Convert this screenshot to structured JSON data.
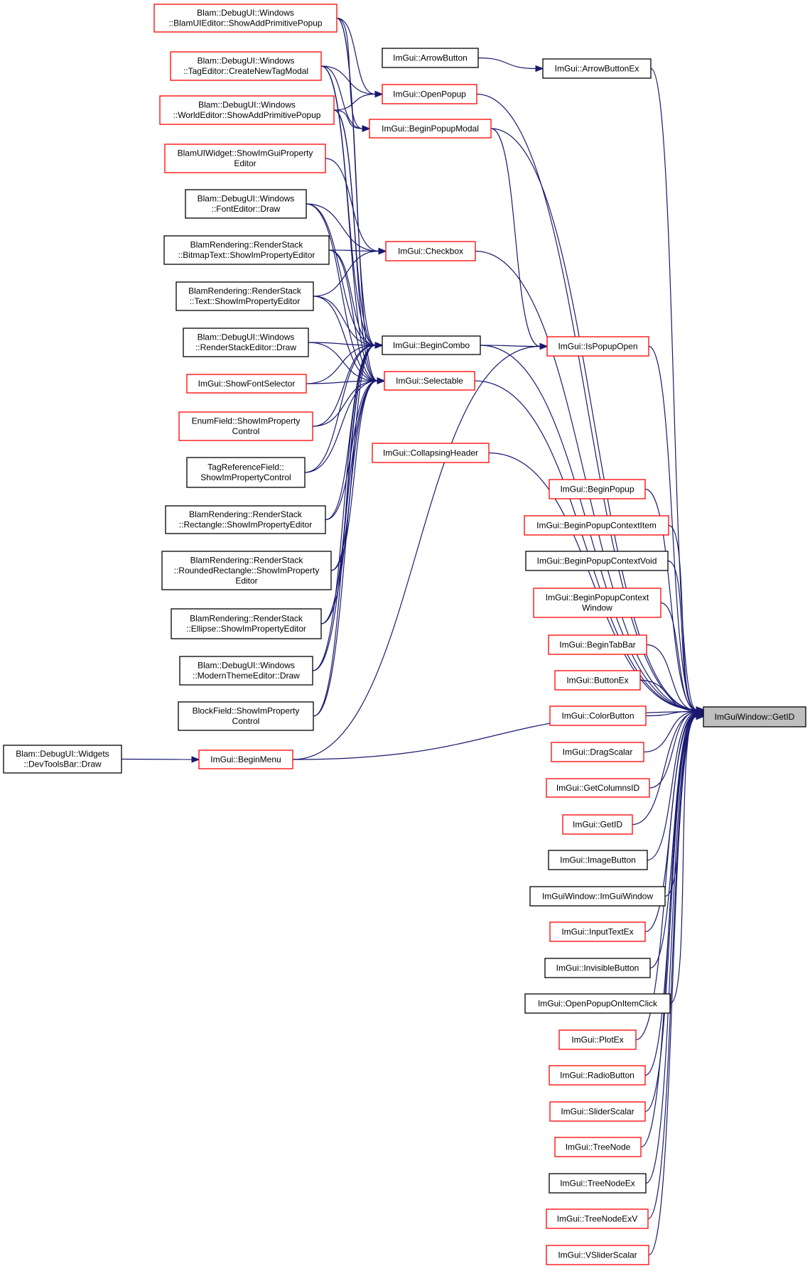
{
  "graph": {
    "colors": {
      "edge": "#191970",
      "border_red": "#ff0000",
      "border_black": "#000000",
      "root_fill": "#bfbfbf",
      "background": "#ffffff"
    },
    "nodes": [
      {
        "id": "sap_blamui",
        "lines": [
          "Blam::DebugUI::Windows",
          "::BlamUIEditor::ShowAddPrimitivePopup"
        ],
        "border": "red"
      },
      {
        "id": "createtag",
        "lines": [
          "Blam::DebugUI::Windows",
          "::TagEditor::CreateNewTagModal"
        ],
        "border": "red"
      },
      {
        "id": "sap_world",
        "lines": [
          "Blam::DebugUI::Windows",
          "::WorldEditor::ShowAddPrimitivePopup"
        ],
        "border": "red"
      },
      {
        "id": "blamuiwidget",
        "lines": [
          "BlamUIWidget::ShowImGuiProperty",
          "Editor"
        ],
        "border": "red"
      },
      {
        "id": "fonteditor",
        "lines": [
          "Blam::DebugUI::Windows",
          "::FontEditor::Draw"
        ],
        "border": "black"
      },
      {
        "id": "bitmaptext",
        "lines": [
          "BlamRendering::RenderStack",
          "::BitmapText::ShowImPropertyEditor"
        ],
        "border": "black"
      },
      {
        "id": "rstext",
        "lines": [
          "BlamRendering::RenderStack",
          "::Text::ShowImPropertyEditor"
        ],
        "border": "black"
      },
      {
        "id": "rseditor",
        "lines": [
          "Blam::DebugUI::Windows",
          "::RenderStackEditor::Draw"
        ],
        "border": "black"
      },
      {
        "id": "showfontsel",
        "lines": [
          "ImGui::ShowFontSelector"
        ],
        "border": "red"
      },
      {
        "id": "enumfield",
        "lines": [
          "EnumField::ShowImProperty",
          "Control"
        ],
        "border": "red"
      },
      {
        "id": "tagref",
        "lines": [
          "TagReferenceField::",
          "ShowImPropertyControl"
        ],
        "border": "black"
      },
      {
        "id": "rsrect",
        "lines": [
          "BlamRendering::RenderStack",
          "::Rectangle::ShowImPropertyEditor"
        ],
        "border": "black"
      },
      {
        "id": "rsround",
        "lines": [
          "BlamRendering::RenderStack",
          "::RoundedRectangle::ShowImProperty",
          "Editor"
        ],
        "border": "black"
      },
      {
        "id": "rsellipse",
        "lines": [
          "BlamRendering::RenderStack",
          "::Ellipse::ShowImPropertyEditor"
        ],
        "border": "black"
      },
      {
        "id": "moderntheme",
        "lines": [
          "Blam::DebugUI::Windows",
          "::ModernThemeEditor::Draw"
        ],
        "border": "black"
      },
      {
        "id": "blockfield",
        "lines": [
          "BlockField::ShowImProperty",
          "Control"
        ],
        "border": "black"
      },
      {
        "id": "devtools",
        "lines": [
          "Blam::DebugUI::Widgets",
          "::DevToolsBar::Draw"
        ],
        "border": "black"
      },
      {
        "id": "beginmenu",
        "lines": [
          "ImGui::BeginMenu"
        ],
        "border": "red"
      },
      {
        "id": "arrowbutton",
        "lines": [
          "ImGui::ArrowButton"
        ],
        "border": "black"
      },
      {
        "id": "openpopup",
        "lines": [
          "ImGui::OpenPopup"
        ],
        "border": "red"
      },
      {
        "id": "beginpopupmodal",
        "lines": [
          "ImGui::BeginPopupModal"
        ],
        "border": "red"
      },
      {
        "id": "checkbox",
        "lines": [
          "ImGui::Checkbox"
        ],
        "border": "red"
      },
      {
        "id": "begincombo",
        "lines": [
          "ImGui::BeginCombo"
        ],
        "border": "black"
      },
      {
        "id": "selectable",
        "lines": [
          "ImGui::Selectable"
        ],
        "border": "red"
      },
      {
        "id": "collapsing",
        "lines": [
          "ImGui::CollapsingHeader"
        ],
        "border": "red"
      },
      {
        "id": "arrowbuttonex",
        "lines": [
          "ImGui::ArrowButtonEx"
        ],
        "border": "black"
      },
      {
        "id": "ispopupopen",
        "lines": [
          "ImGui::IsPopupOpen"
        ],
        "border": "red"
      },
      {
        "id": "beginpopup",
        "lines": [
          "ImGui::BeginPopup"
        ],
        "border": "red"
      },
      {
        "id": "bpcitem",
        "lines": [
          "ImGui::BeginPopupContextItem"
        ],
        "border": "red"
      },
      {
        "id": "bpcvoid",
        "lines": [
          "ImGui::BeginPopupContextVoid"
        ],
        "border": "black"
      },
      {
        "id": "bpcwindow",
        "lines": [
          "ImGui::BeginPopupContext",
          "Window"
        ],
        "border": "red"
      },
      {
        "id": "begintabbar",
        "lines": [
          "ImGui::BeginTabBar"
        ],
        "border": "red"
      },
      {
        "id": "buttonex",
        "lines": [
          "ImGui::ButtonEx"
        ],
        "border": "red"
      },
      {
        "id": "colorbutton",
        "lines": [
          "ImGui::ColorButton"
        ],
        "border": "red"
      },
      {
        "id": "dragscalar",
        "lines": [
          "ImGui::DragScalar"
        ],
        "border": "red"
      },
      {
        "id": "getcolumnsid",
        "lines": [
          "ImGui::GetColumnsID"
        ],
        "border": "red"
      },
      {
        "id": "imgui_getid",
        "lines": [
          "ImGui::GetID"
        ],
        "border": "red"
      },
      {
        "id": "imagebutton",
        "lines": [
          "ImGui::ImageButton"
        ],
        "border": "black"
      },
      {
        "id": "imguiwindowctor",
        "lines": [
          "ImGuiWindow::ImGuiWindow"
        ],
        "border": "black"
      },
      {
        "id": "inputtextex",
        "lines": [
          "ImGui::InputTextEx"
        ],
        "border": "red"
      },
      {
        "id": "invisiblebutton",
        "lines": [
          "ImGui::InvisibleButton"
        ],
        "border": "black"
      },
      {
        "id": "openpopuponitem",
        "lines": [
          "ImGui::OpenPopupOnItemClick"
        ],
        "border": "black"
      },
      {
        "id": "plotex",
        "lines": [
          "ImGui::PlotEx"
        ],
        "border": "red"
      },
      {
        "id": "radiobutton",
        "lines": [
          "ImGui::RadioButton"
        ],
        "border": "red"
      },
      {
        "id": "sliderscalar",
        "lines": [
          "ImGui::SliderScalar"
        ],
        "border": "red"
      },
      {
        "id": "treenode",
        "lines": [
          "ImGui::TreeNode"
        ],
        "border": "red"
      },
      {
        "id": "treenodeex",
        "lines": [
          "ImGui::TreeNodeEx"
        ],
        "border": "black"
      },
      {
        "id": "treenodeexv",
        "lines": [
          "ImGui::TreeNodeExV"
        ],
        "border": "red"
      },
      {
        "id": "vsliderscalar",
        "lines": [
          "ImGui::VSliderScalar"
        ],
        "border": "red"
      },
      {
        "id": "root",
        "lines": [
          "ImGuiWindow::GetID"
        ],
        "border": "black",
        "root": true
      }
    ],
    "edges": [
      [
        "sap_blamui",
        "openpopup"
      ],
      [
        "sap_blamui",
        "beginpopupmodal"
      ],
      [
        "sap_blamui",
        "begincombo"
      ],
      [
        "sap_blamui",
        "selectable"
      ],
      [
        "createtag",
        "openpopup"
      ],
      [
        "createtag",
        "beginpopupmodal"
      ],
      [
        "createtag",
        "begincombo"
      ],
      [
        "createtag",
        "selectable"
      ],
      [
        "sap_world",
        "openpopup"
      ],
      [
        "sap_world",
        "beginpopupmodal"
      ],
      [
        "sap_world",
        "begincombo"
      ],
      [
        "sap_world",
        "selectable"
      ],
      [
        "blamuiwidget",
        "checkbox"
      ],
      [
        "fonteditor",
        "checkbox"
      ],
      [
        "fonteditor",
        "begincombo"
      ],
      [
        "fonteditor",
        "selectable"
      ],
      [
        "bitmaptext",
        "checkbox"
      ],
      [
        "bitmaptext",
        "begincombo"
      ],
      [
        "bitmaptext",
        "selectable"
      ],
      [
        "rstext",
        "checkbox"
      ],
      [
        "rstext",
        "begincombo"
      ],
      [
        "rstext",
        "selectable"
      ],
      [
        "rseditor",
        "begincombo"
      ],
      [
        "rseditor",
        "selectable"
      ],
      [
        "showfontsel",
        "begincombo"
      ],
      [
        "showfontsel",
        "selectable"
      ],
      [
        "enumfield",
        "begincombo"
      ],
      [
        "enumfield",
        "selectable"
      ],
      [
        "tagref",
        "begincombo"
      ],
      [
        "tagref",
        "selectable"
      ],
      [
        "rsrect",
        "begincombo"
      ],
      [
        "rsrect",
        "selectable"
      ],
      [
        "rsround",
        "begincombo"
      ],
      [
        "rsround",
        "selectable"
      ],
      [
        "rsellipse",
        "begincombo"
      ],
      [
        "rsellipse",
        "selectable"
      ],
      [
        "moderntheme",
        "begincombo"
      ],
      [
        "moderntheme",
        "selectable"
      ],
      [
        "blockfield",
        "begincombo"
      ],
      [
        "blockfield",
        "selectable"
      ],
      [
        "beginmenu",
        "ispopupopen"
      ],
      [
        "beginmenu",
        "root"
      ],
      [
        "devtools",
        "beginmenu"
      ],
      [
        "arrowbutton",
        "arrowbuttonex"
      ],
      [
        "begincombo",
        "ispopupopen"
      ],
      [
        "begincombo",
        "root"
      ],
      [
        "beginpopupmodal",
        "ispopupopen"
      ],
      [
        "beginpopupmodal",
        "root"
      ],
      [
        "arrowbuttonex",
        "root"
      ],
      [
        "openpopup",
        "root"
      ],
      [
        "checkbox",
        "root"
      ],
      [
        "ispopupopen",
        "root"
      ],
      [
        "selectable",
        "root"
      ],
      [
        "collapsing",
        "root"
      ],
      [
        "beginpopup",
        "root"
      ],
      [
        "bpcitem",
        "root"
      ],
      [
        "bpcvoid",
        "root"
      ],
      [
        "bpcwindow",
        "root"
      ],
      [
        "begintabbar",
        "root"
      ],
      [
        "buttonex",
        "root"
      ],
      [
        "colorbutton",
        "root"
      ],
      [
        "dragscalar",
        "root"
      ],
      [
        "getcolumnsid",
        "root"
      ],
      [
        "imgui_getid",
        "root"
      ],
      [
        "imagebutton",
        "root"
      ],
      [
        "imguiwindowctor",
        "root"
      ],
      [
        "inputtextex",
        "root"
      ],
      [
        "invisiblebutton",
        "root"
      ],
      [
        "openpopuponitem",
        "root"
      ],
      [
        "plotex",
        "root"
      ],
      [
        "radiobutton",
        "root"
      ],
      [
        "sliderscalar",
        "root"
      ],
      [
        "treenode",
        "root"
      ],
      [
        "treenodeex",
        "root"
      ],
      [
        "treenodeexv",
        "root"
      ],
      [
        "vsliderscalar",
        "root"
      ]
    ]
  }
}
